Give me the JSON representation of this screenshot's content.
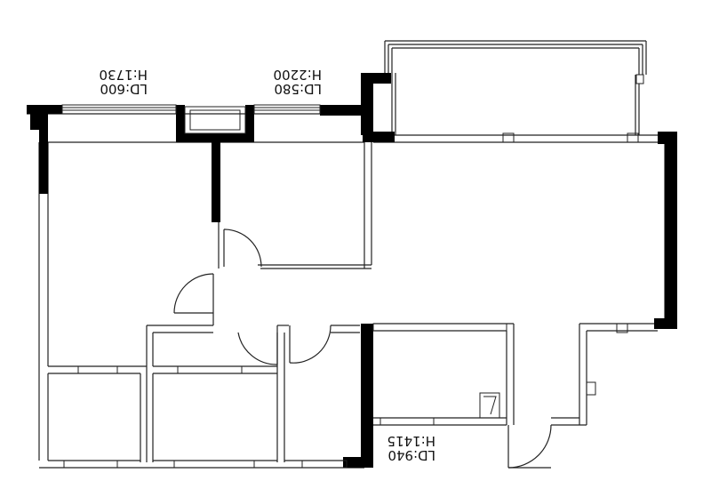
{
  "window_labels": {
    "left": {
      "height": "H:1730",
      "sill": "LD:600"
    },
    "middle": {
      "height": "H:2200",
      "sill": "LD:580"
    },
    "bottom": {
      "height": "H:1415",
      "sill": "LD:940"
    }
  }
}
